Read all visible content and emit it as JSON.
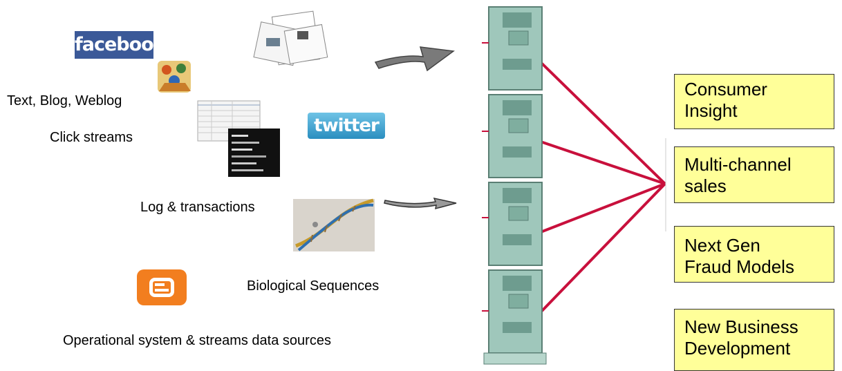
{
  "sources": {
    "facebook": "facebook",
    "twitter": "twitter",
    "labels": {
      "text_blog": "Text, Blog, Weblog",
      "click_streams": "Click streams",
      "log_transactions": "Log & transactions",
      "bio_sequences": "Biological Sequences",
      "operational": "Operational system & streams data sources"
    }
  },
  "outcomes": [
    {
      "line1": "Consumer",
      "line2": "Insight"
    },
    {
      "line1": "Multi-channel",
      "line2": "sales"
    },
    {
      "line1": "Next Gen",
      "line2": "Fraud Models"
    },
    {
      "line1": "New Business",
      "line2": "Development"
    }
  ],
  "colors": {
    "connector": "#c8103c",
    "server": "#9fc7bb",
    "box_fill": "#ffff99",
    "facebook": "#3b5998",
    "blogger": "#f27e1f"
  },
  "icons": {
    "documents": "documents-icon",
    "people": "people-icon",
    "spreadsheet": "spreadsheet-icon",
    "terminal": "terminal-icon",
    "dna": "dna-icon",
    "blogger": "blogger-icon",
    "servers": "server-icon",
    "arrows": "arrow-icon"
  }
}
